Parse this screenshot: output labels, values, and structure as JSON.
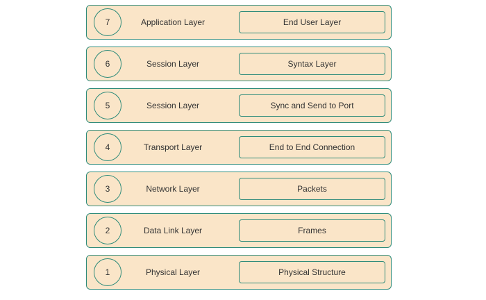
{
  "colors": {
    "fill": "#fae5c8",
    "stroke": "#2e8b7a",
    "text": "#333333"
  },
  "layers": [
    {
      "number": "7",
      "name": "Application Layer",
      "description": "End User Layer"
    },
    {
      "number": "6",
      "name": "Session Layer",
      "description": "Syntax Layer"
    },
    {
      "number": "5",
      "name": "Session Layer",
      "description": "Sync and Send to Port"
    },
    {
      "number": "4",
      "name": "Transport Layer",
      "description": "End to End Connection"
    },
    {
      "number": "3",
      "name": "Network Layer",
      "description": "Packets"
    },
    {
      "number": "2",
      "name": "Data Link Layer",
      "description": "Frames"
    },
    {
      "number": "1",
      "name": "Physical Layer",
      "description": "Physical Structure"
    }
  ]
}
